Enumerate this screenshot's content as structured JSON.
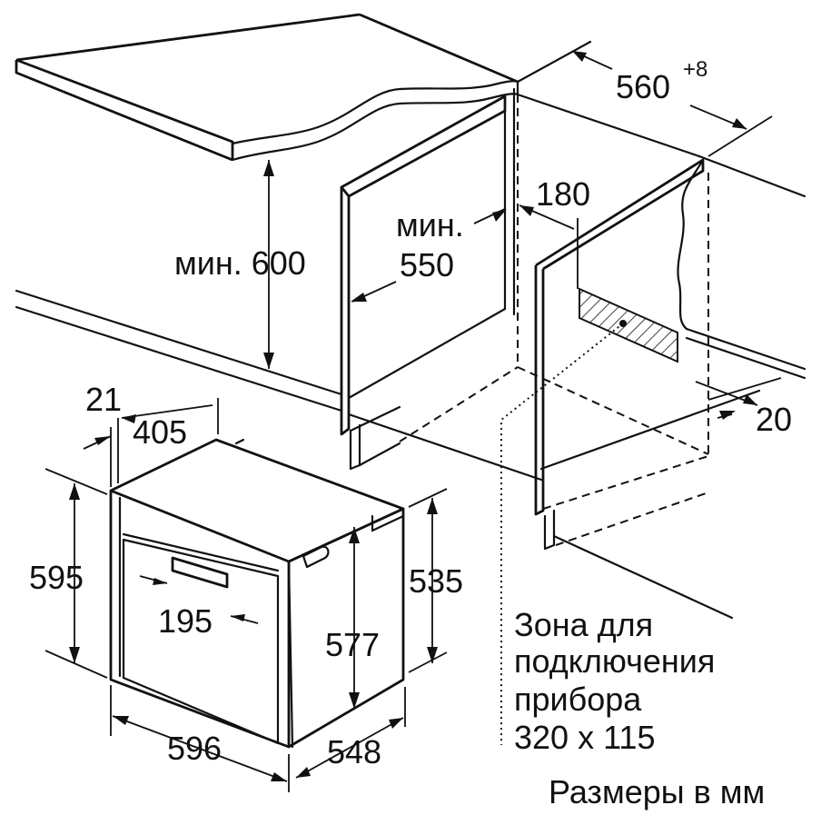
{
  "labels": {
    "width_niche": "560",
    "width_niche_tol": "+8",
    "depth_min_prefix": "мин.",
    "depth_min_value": "550",
    "gap_rear": "180",
    "height_min": "мин. 600",
    "gap_bottom": "20",
    "panel_thickness": "21",
    "oven_depth_body": "405",
    "oven_height": "595",
    "handle_width": "195",
    "door_height": "577",
    "body_height": "535",
    "oven_width": "596",
    "oven_depth": "548",
    "zone_line1": "Зона для",
    "zone_line2": "подключения",
    "zone_line3": "прибора",
    "zone_line4": "320 x 115",
    "units_note": "Размеры в мм"
  }
}
